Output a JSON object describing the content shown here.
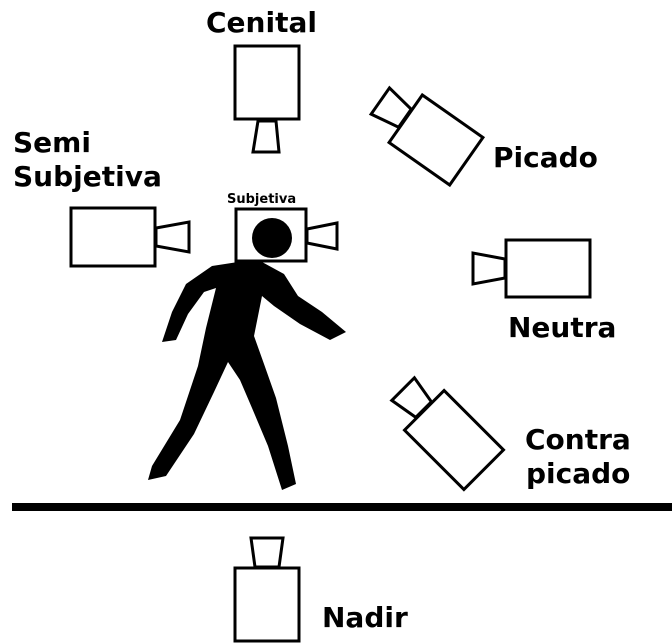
{
  "labels": {
    "cenital": "Cenital",
    "semi_line1": "Semi",
    "semi_line2": "Subjetiva",
    "subjetiva": "Subjetiva",
    "picado": "Picado",
    "neutra": "Neutra",
    "contra_line1": "Contra",
    "contra_line2": "picado",
    "nadir": "Nadir"
  },
  "colors": {
    "ink": "#000000",
    "background": "#ffffff"
  }
}
